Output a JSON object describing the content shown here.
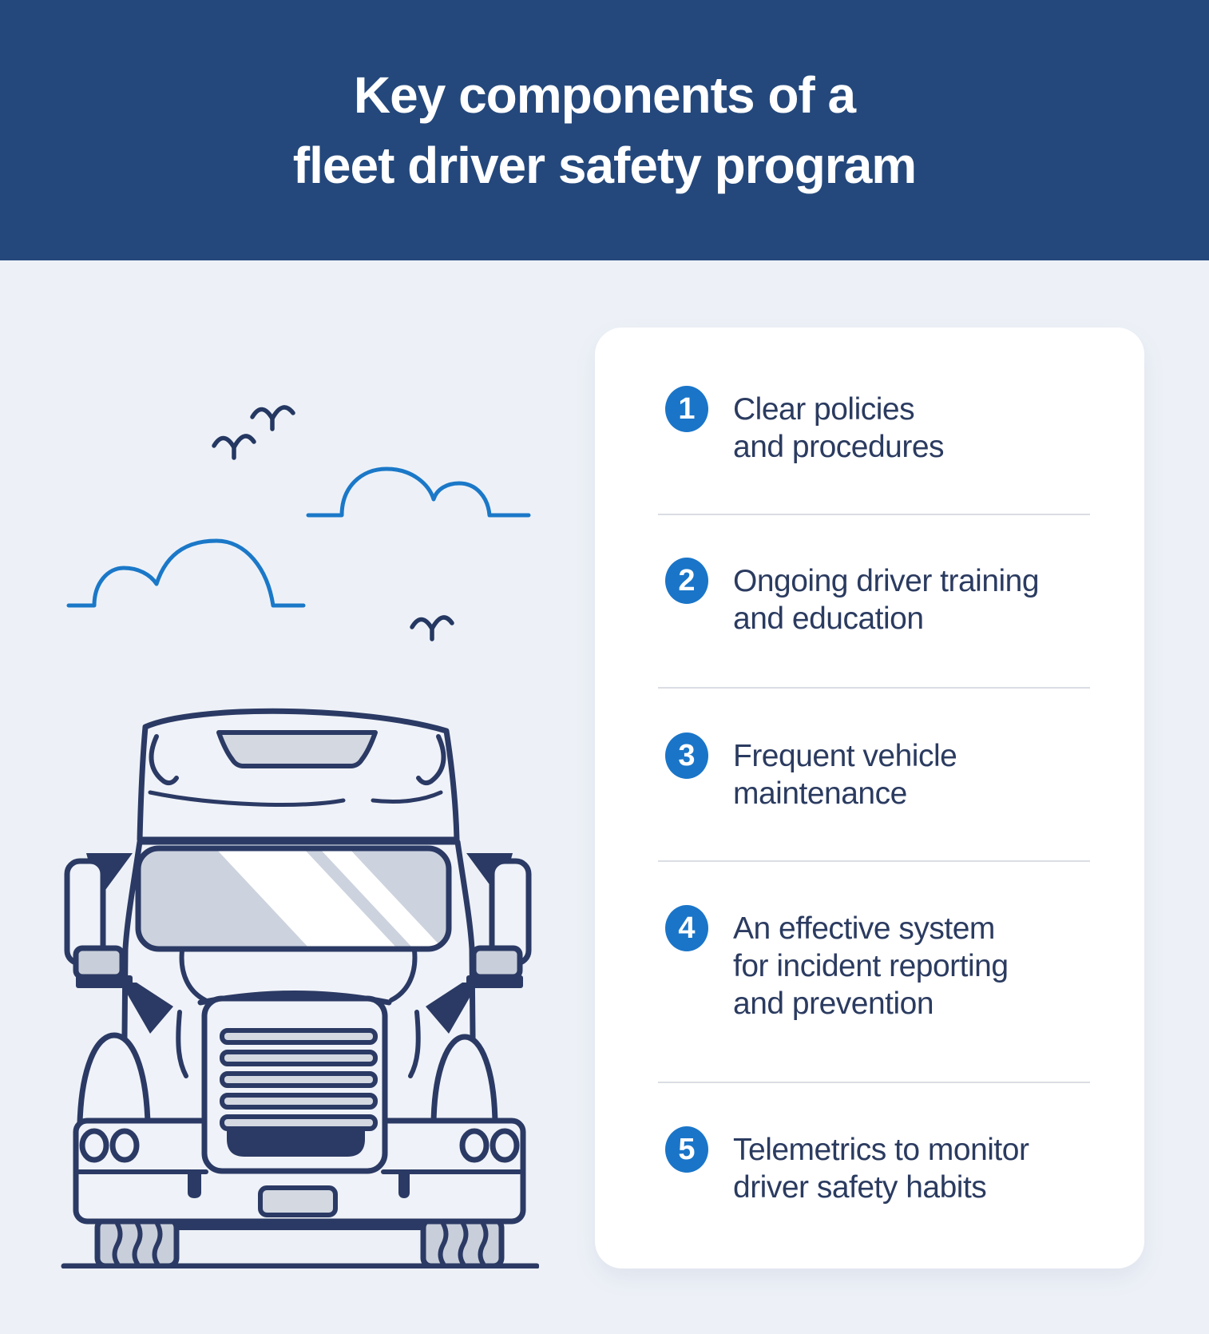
{
  "page": {
    "bg_color": "#EDF1F7"
  },
  "header": {
    "title_line1": "Key components of a",
    "title_line2": "fleet driver safety program",
    "bg_color": "#24487C",
    "text_color": "#FFFFFF"
  },
  "list": {
    "card_color": "#FFFFFF",
    "badge_color": "#1A75C8",
    "badge_number_color": "#FFFFFF",
    "text_color": "#2B3B60",
    "divider_color": "#DADDE3",
    "items": [
      {
        "number": "1",
        "lines": [
          "Clear policies",
          "and procedures"
        ]
      },
      {
        "number": "2",
        "lines": [
          "Ongoing driver training",
          "and education"
        ]
      },
      {
        "number": "3",
        "lines": [
          "Frequent vehicle",
          "maintenance"
        ]
      },
      {
        "number": "4",
        "lines": [
          "An effective system",
          "for incident reporting",
          "and prevention"
        ]
      },
      {
        "number": "5",
        "lines": [
          "Telemetrics to monitor",
          "driver safety habits"
        ]
      }
    ]
  },
  "illustration": {
    "name": "semi-truck-front-with-clouds-and-birds",
    "outline_color": "#2B3A64",
    "cloud_color": "#1B78C8",
    "glass_color": "#CCD3DE",
    "panel_gray": "#D3D8E1",
    "wheel_gray": "#C9CFDA",
    "body_color": "#EFF2F8",
    "elements": [
      "cloud-left",
      "cloud-right",
      "bird-1",
      "bird-2",
      "bird-3",
      "truck-front",
      "ground-line"
    ]
  }
}
